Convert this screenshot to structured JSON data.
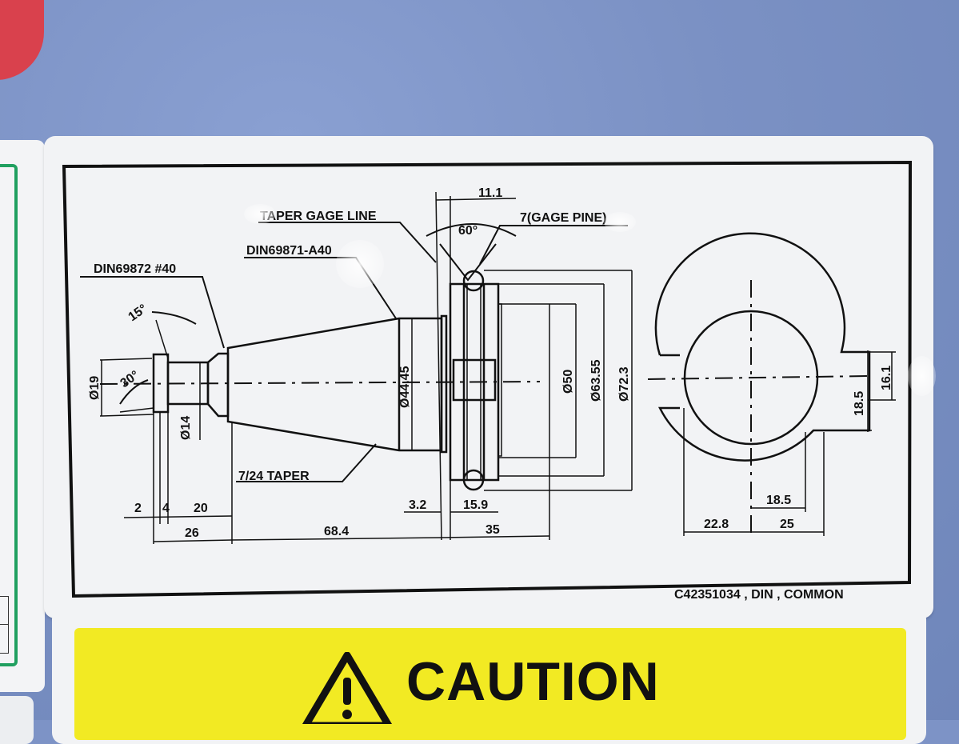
{
  "drawing": {
    "dims": {
      "d11_1": "11.1",
      "taper_gage_line": "TAPER GAGE LINE",
      "angle60": "60°",
      "gage_pin": "7(GAGE PINE)",
      "din69871": "DIN69871-A40",
      "din69872": "DIN69872 #40",
      "angle15": "15°",
      "angle30": "30°",
      "d19": "Ø19",
      "d14": "Ø14",
      "d44_45": "Ø44.45",
      "d50": "Ø50",
      "d63_55": "Ø63.55",
      "d72_3": "Ø72.3",
      "taper724": "7/24 TAPER",
      "l2": "2",
      "l4": "4",
      "l20": "20",
      "l26": "26",
      "l68_4": "68.4",
      "l3_2": "3.2",
      "l15_9": "15.9",
      "l35": "35",
      "s16_1": "16.1",
      "s18_5v": "18.5",
      "s18_5h": "18.5",
      "s22_8": "22.8",
      "s25": "25"
    },
    "part_code": "C42351034 , DIN , COMMON"
  },
  "caution": {
    "title": "CAUTION"
  }
}
